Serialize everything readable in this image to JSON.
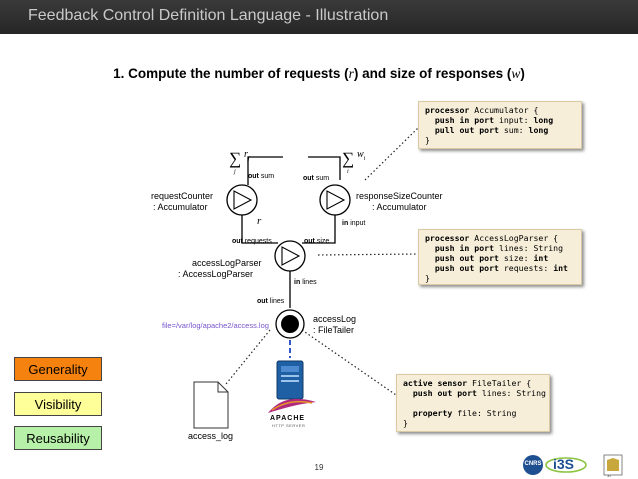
{
  "slide_title": "Feedback Control Definition Language - Illustration",
  "subheading": {
    "prefix": "1. Compute the number of requests (",
    "var_r": "r",
    "middle": ") and size of responses (",
    "var_w": "w",
    "suffix": ")"
  },
  "code_accumulator": [
    [
      {
        "t": "processor",
        "b": true
      },
      {
        "t": " Accumulator {"
      }
    ],
    [
      {
        "t": "  "
      },
      {
        "t": "push in port",
        "b": true
      },
      {
        "t": " input: "
      },
      {
        "t": "long",
        "b": true
      }
    ],
    [
      {
        "t": "  "
      },
      {
        "t": "pull out port",
        "b": true
      },
      {
        "t": " sum: "
      },
      {
        "t": "long",
        "b": true
      }
    ],
    [
      {
        "t": "}"
      }
    ]
  ],
  "code_parser": [
    [
      {
        "t": "processor",
        "b": true
      },
      {
        "t": " AccessLogParser {"
      }
    ],
    [
      {
        "t": "  "
      },
      {
        "t": "push in port",
        "b": true
      },
      {
        "t": " lines: String"
      }
    ],
    [
      {
        "t": "  "
      },
      {
        "t": "push out port",
        "b": true
      },
      {
        "t": " size: "
      },
      {
        "t": "int",
        "b": true
      }
    ],
    [
      {
        "t": "  "
      },
      {
        "t": "push out port",
        "b": true
      },
      {
        "t": " requests: "
      },
      {
        "t": "int",
        "b": true
      }
    ],
    [
      {
        "t": "}"
      }
    ]
  ],
  "code_sensor": [
    [
      {
        "t": "active sensor",
        "b": true
      },
      {
        "t": " FileTailer {"
      }
    ],
    [
      {
        "t": "  "
      },
      {
        "t": "push out port",
        "b": true
      },
      {
        "t": " lines: String"
      }
    ],
    [
      {
        "t": ""
      }
    ],
    [
      {
        "t": "  "
      },
      {
        "t": "property",
        "b": true
      },
      {
        "t": " file: String"
      }
    ],
    [
      {
        "t": "}"
      }
    ]
  ],
  "nodes": {
    "request_counter": {
      "name": "requestCounter",
      "type": ": Accumulator"
    },
    "response_counter": {
      "name": "responseSizeCounter",
      "type": ": Accumulator"
    },
    "parser": {
      "name": "accessLogParser",
      "type": ": AccessLogParser"
    },
    "sensor": {
      "name": "accessLog",
      "type": ": FileTailer"
    }
  },
  "ports": {
    "out_kw": "out",
    "in_kw": "in",
    "rc_out": "sum",
    "rsc_out": "sum",
    "rsc_in": "input",
    "p_out_requests": "requests",
    "p_out_size": "size",
    "p_in": "lines",
    "sensor_out": "lines"
  },
  "math": {
    "sum_symbol": "∑",
    "rc_var": "r",
    "rc_sub": "j",
    "rc_sub_var": "j",
    "rsc_var": "w",
    "rsc_sub": "i",
    "rsc_sub_var": "i",
    "r_label": "r"
  },
  "file_property": "file=/var/log/apache2/access.log",
  "access_log_label": "access_log",
  "apache_logo": {
    "name": "APACHE",
    "sub": "HTTP SERVER"
  },
  "side_buttons": [
    {
      "label": "Generality",
      "bg": "#f5820f"
    },
    {
      "label": "Visibility",
      "bg": "#ffff99"
    },
    {
      "label": "Reusability",
      "bg": "#b7f0a8"
    }
  ],
  "page_number": "19",
  "logos": {
    "cnrs": "CNRS",
    "i3s": "i3S",
    "ju": "JU"
  },
  "colors": {
    "title_bg": "#2e2e2e",
    "code_bg": "#f6eed9",
    "sensor_link": "#3355cc"
  }
}
